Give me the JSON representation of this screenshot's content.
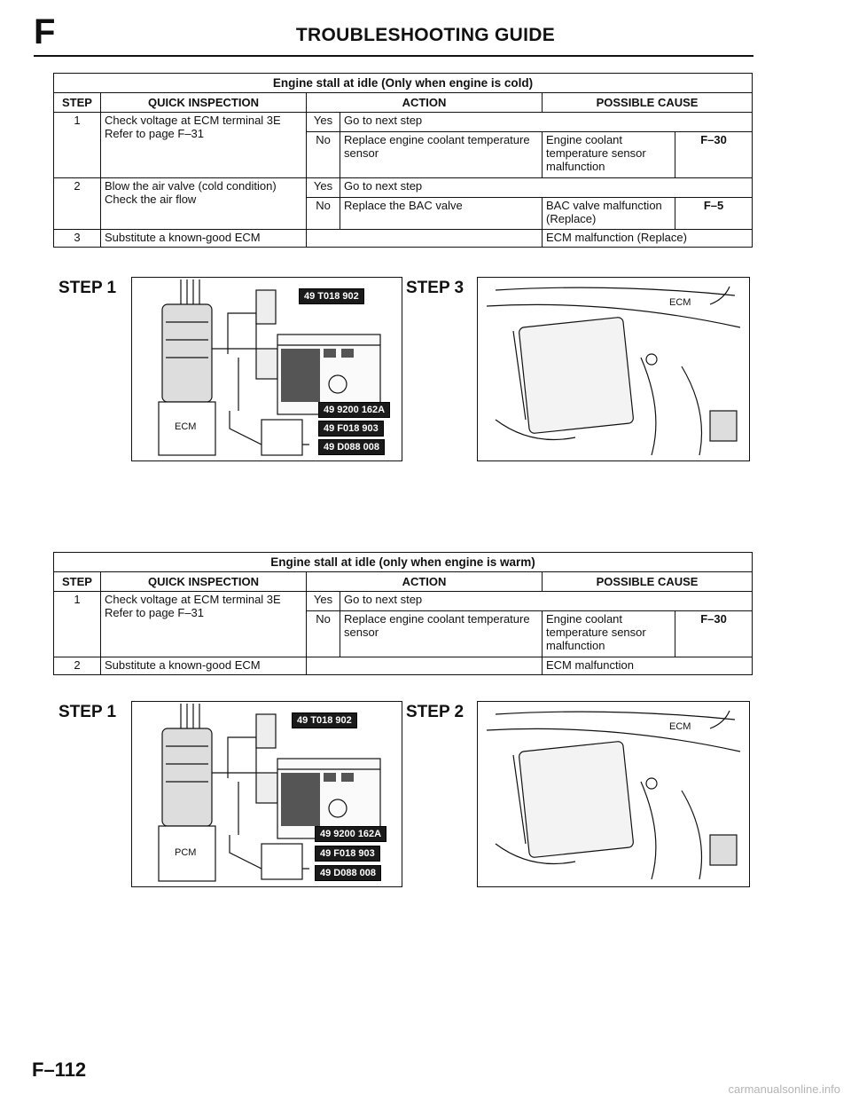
{
  "header": {
    "section_letter": "F",
    "title": "TROUBLESHOOTING GUIDE"
  },
  "table1": {
    "caption": "Engine stall at idle (Only when engine is cold)",
    "headers": {
      "step": "STEP",
      "quick": "QUICK INSPECTION",
      "action": "ACTION",
      "cause": "POSSIBLE CAUSE"
    },
    "rows": [
      {
        "step": "1",
        "quick": "Check voltage at ECM terminal 3E Refer to page F–31",
        "yes": "Yes",
        "yes_action": "Go to next step",
        "no": "No",
        "no_action": "Replace engine coolant temperature sensor",
        "cause": "Engine coolant temperature sensor malfunction",
        "ref": "F–30"
      },
      {
        "step": "2",
        "quick": "Blow the air valve (cold condition) Check the air flow",
        "yes": "Yes",
        "yes_action": "Go to next step",
        "no": "No",
        "no_action": "Replace the BAC valve",
        "cause": "BAC valve malfunction (Replace)",
        "ref": "F–5"
      },
      {
        "step": "3",
        "quick": "Substitute a known-good ECM",
        "cause": "ECM malfunction (Replace)"
      }
    ]
  },
  "figures1": {
    "left_label": "STEP 1",
    "right_label": "STEP 3",
    "unit": "ECM",
    "tools": [
      "49 T018 902",
      "49 9200 162A",
      "49 F018 903",
      "49 D088 008"
    ],
    "photo_label": "ECM"
  },
  "table2": {
    "caption": "Engine stall at idle (only when engine is warm)",
    "headers": {
      "step": "STEP",
      "quick": "QUICK INSPECTION",
      "action": "ACTION",
      "cause": "POSSIBLE CAUSE"
    },
    "rows": [
      {
        "step": "1",
        "quick": "Check voltage at ECM terminal 3E Refer to page F–31",
        "yes": "Yes",
        "yes_action": "Go to next step",
        "no": "No",
        "no_action": "Replace engine coolant temperature sensor",
        "cause": "Engine coolant temperature sensor malfunction",
        "ref": "F–30"
      },
      {
        "step": "2",
        "quick": "Substitute a known-good ECM",
        "cause": "ECM malfunction"
      }
    ]
  },
  "figures2": {
    "left_label": "STEP 1",
    "right_label": "STEP 2",
    "unit": "PCM",
    "tools": [
      "49 T018 902",
      "49 9200 162A",
      "49 F018 903",
      "49 D088 008"
    ],
    "photo_label": "ECM"
  },
  "footer": {
    "page_number": "F–112",
    "watermark": "carmanualsonline.info"
  }
}
